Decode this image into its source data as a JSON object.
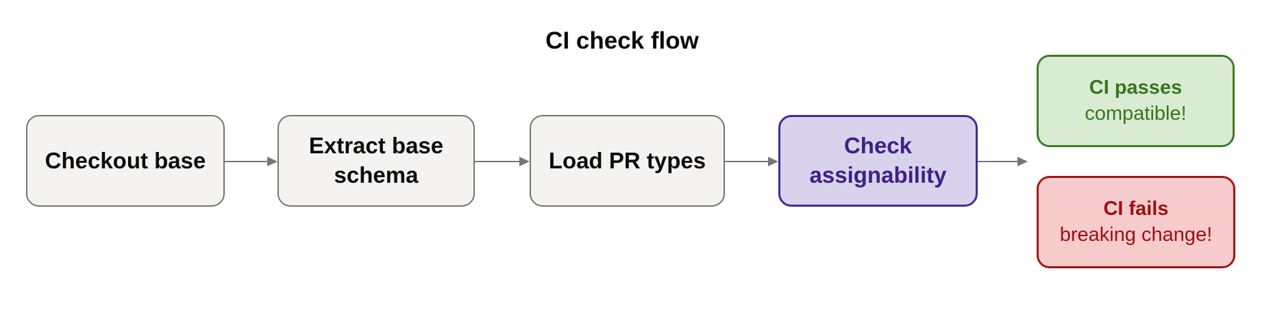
{
  "title": "CI check flow",
  "flow": {
    "arrow_color": "#767676",
    "nodes": [
      {
        "id": "checkout-base",
        "label": "Checkout base",
        "kind": "step",
        "fill": "#f4f3f1",
        "border": "#737373",
        "text": "#0d0d0d"
      },
      {
        "id": "extract-base-schema",
        "label": "Extract base schema",
        "kind": "step",
        "fill": "#f4f3f1",
        "border": "#737373",
        "text": "#0d0d0d"
      },
      {
        "id": "load-pr-types",
        "label": "Load PR types",
        "kind": "step",
        "fill": "#f4f3f1",
        "border": "#737373",
        "text": "#0d0d0d"
      },
      {
        "id": "check-assignability",
        "label": "Check assignability",
        "kind": "highlight",
        "fill": "#d9d2ec",
        "border": "#44289b",
        "text": "#3a2386"
      },
      {
        "id": "ci-passes",
        "label": "CI passes",
        "sublabel": "compatible!",
        "kind": "success",
        "fill": "#daebd4",
        "border": "#3e7c22",
        "text": "#38761d"
      },
      {
        "id": "ci-fails",
        "label": "CI fails",
        "sublabel": "breaking change!",
        "kind": "failure",
        "fill": "#f6cbcb",
        "border": "#a21414",
        "text": "#9c1010"
      }
    ],
    "edges": [
      {
        "from": "checkout-base",
        "to": "extract-base-schema"
      },
      {
        "from": "extract-base-schema",
        "to": "load-pr-types"
      },
      {
        "from": "load-pr-types",
        "to": "check-assignability"
      },
      {
        "from": "check-assignability",
        "to": "ci-passes | ci-fails"
      }
    ]
  }
}
